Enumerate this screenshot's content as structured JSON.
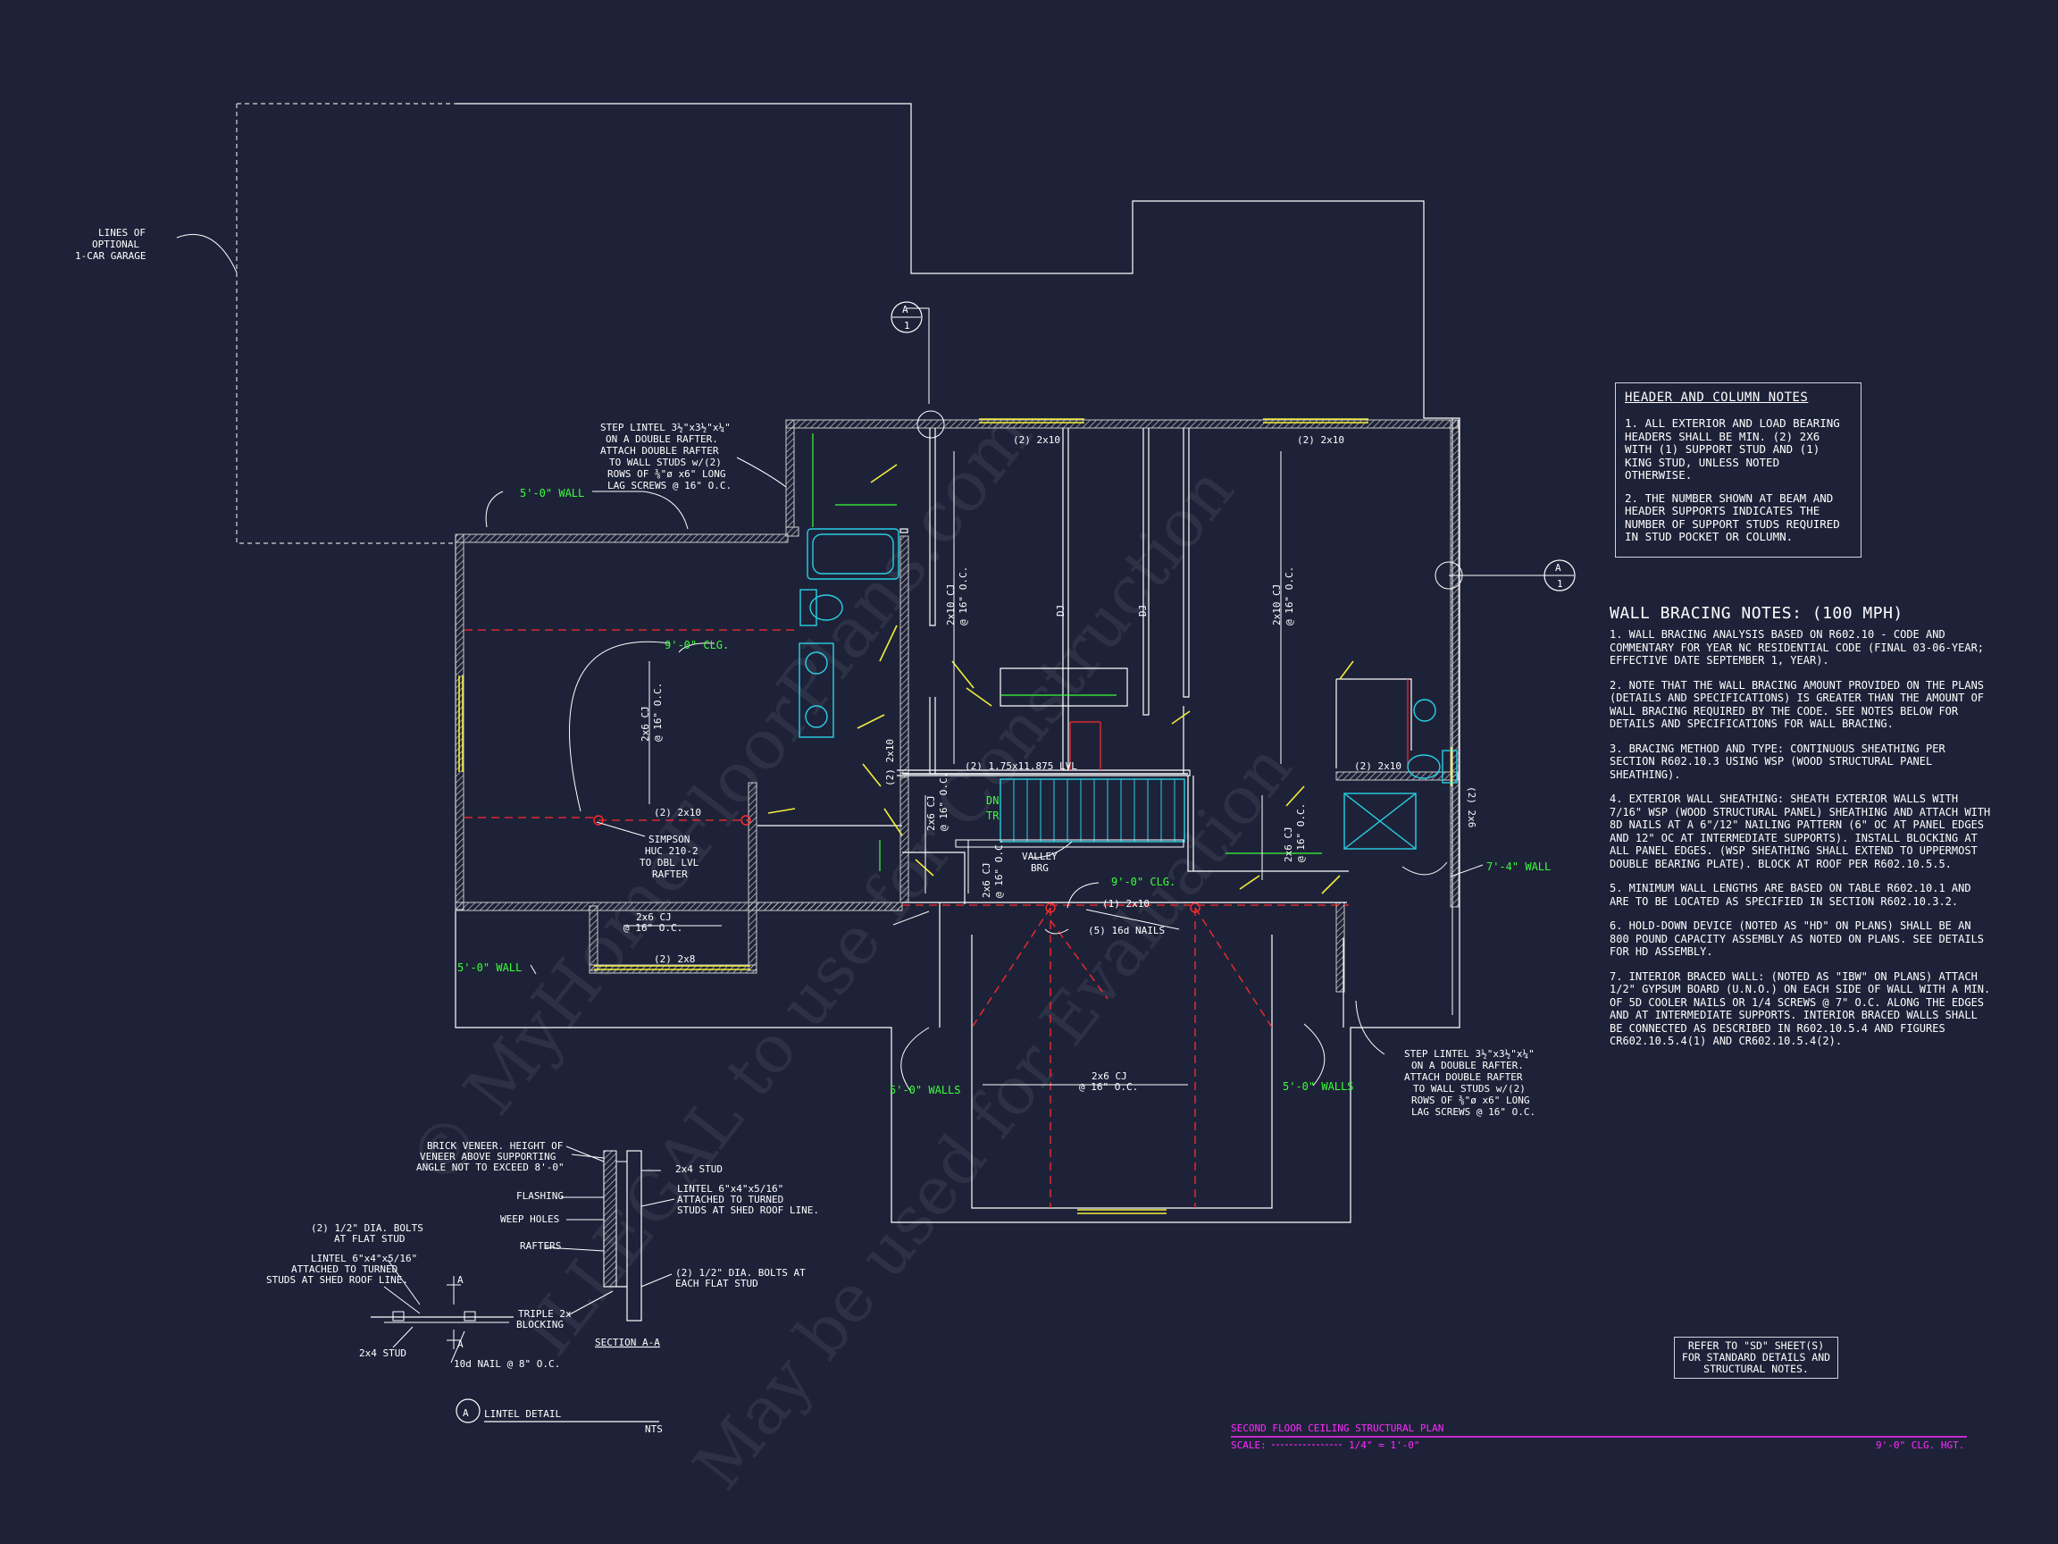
{
  "sheet": {
    "title": "SECOND FLOOR CEILING STRUCTURAL PLAN",
    "scale_label": "SCALE:",
    "scale_value": "1/4\" = 1'-0\"",
    "ceiling_height": "9'-0\" CLG. HGT."
  },
  "colors": {
    "background": "#1e2238",
    "lines": "#ffffff",
    "wall_fill": "#c8c8c8",
    "header_yellow": "#f2ee3a",
    "label_green": "#39ff39",
    "title_magenta": "#ff2bff",
    "fixture_cyan": "#28d0e6",
    "beam_red": "#ff2b2b"
  },
  "header_notes": {
    "title": "HEADER AND COLUMN NOTES",
    "items": [
      "1. ALL EXTERIOR AND LOAD BEARING HEADERS SHALL BE MIN. (2) 2x6 WITH (1) SUPPORT STUD AND (1) KING STUD, UNLESS NOTED OTHERWISE.",
      "2. THE NUMBER SHOWN AT BEAM AND HEADER SUPPORTS INDICATES THE NUMBER OF SUPPORT STUDS REQUIRED IN STUD POCKET OR COLUMN."
    ]
  },
  "bracing_notes": {
    "title": "WALL BRACING NOTES: (100 MPH)",
    "items": [
      "1. WALL BRACING ANALYSIS BASED ON R602.10 - CODE AND COMMENTARY FOR YEAR NC RESIDENTIAL CODE (FINAL 03-06-YEAR; EFFECTIVE DATE SEPTEMBER 1, YEAR).",
      "2. NOTE THAT THE WALL BRACING AMOUNT PROVIDED ON THE PLANS (DETAILS AND SPECIFICATIONS) IS GREATER THAN THE AMOUNT OF WALL BRACING REQUIRED BY THE CODE. SEE NOTES BELOW FOR DETAILS AND SPECIFICATIONS FOR WALL BRACING.",
      "3. BRACING METHOD AND TYPE: CONTINUOUS SHEATHING PER SECTION R602.10.3 USING WSP (WOOD STRUCTURAL PANEL SHEATHING).",
      "4. EXTERIOR WALL SHEATHING: SHEATH EXTERIOR WALLS WITH 7/16\" WSP (WOOD STRUCTURAL PANEL) SHEATHING AND ATTACH WITH 8d NAILS AT A 6\"/12\" NAILING PATTERN (6\" OC AT PANEL EDGES AND 12\" OC AT INTERMEDIATE SUPPORTS). INSTALL BLOCKING AT ALL PANEL EDGES. (WSP SHEATHING SHALL EXTEND TO UPPERMOST DOUBLE BEARING PLATE). BLOCK AT ROOF PER R602.10.5.5.",
      "5. MINIMUM WALL LENGTHS ARE BASED ON TABLE R602.10.1 AND ARE TO BE LOCATED AS SPECIFIED IN SECTION R602.10.3.2.",
      "6. HOLD-DOWN DEVICE (NOTED AS \"HD\" ON PLANS) SHALL BE AN 800 POUND CAPACITY ASSEMBLY AS NOTED ON PLANS. SEE DETAILS FOR HD ASSEMBLY.",
      "7. INTERIOR BRACED WALL: (NOTED AS \"IBW\" ON PLANS) ATTACH 1/2\" GYPSUM BOARD (U.N.O.) ON EACH SIDE OF WALL WITH A MIN. OF 5d COOLER NAILS OR 1/4 SCREWS @ 7\" O.C. ALONG THE EDGES AND AT INTERMEDIATE SUPPORTS. INTERIOR BRACED WALLS SHALL BE CONNECTED AS DESCRIBED IN R602.10.5.4 AND FIGURES CR602.10.5.4(1) AND CR602.10.5.4(2)."
    ]
  },
  "refer_note": "REFER TO \"SD\" SHEET(S) FOR STANDARD DETAILS AND STRUCTURAL NOTES.",
  "plan_labels": {
    "garage": [
      "LINES OF",
      "OPTIONAL",
      "1-CAR GARAGE"
    ],
    "step_lintel_top": [
      "STEP LINTEL 3½\"x3½\"x¼\"",
      "ON A DOUBLE RAFTER.",
      "ATTACH DOUBLE RAFTER",
      "TO WALL STUDS w/(2)",
      "ROWS OF ⅜\"ø x6\" LONG",
      "LAG SCREWS @ 16\" O.C."
    ],
    "step_lintel_right": [
      "STEP LINTEL 3½\"x3½\"x¼\"",
      "ON A DOUBLE RAFTER.",
      "ATTACH DOUBLE RAFTER",
      "TO WALL STUDS w/(2)",
      "ROWS OF ⅜\"ø x6\" LONG",
      "LAG SCREWS @ 16\" O.C."
    ],
    "simpson": [
      "SIMPSON",
      "HUC 210-2",
      "TO DBL LVL",
      "RAFTER"
    ],
    "valley": [
      "VALLEY",
      "BRG"
    ],
    "wall_5ft_top": "5'-0\" WALL",
    "wall_5ft_bottom": "5'-0\" WALL",
    "walls_5ft_left": "5'-0\" WALLS",
    "walls_5ft_right": "5'-0\" WALLS",
    "wall_7ft4": "7'-4\" WALL",
    "clg_9ft_left": "9'-0\" CLG.",
    "clg_9ft_center": "9'-0\" CLG.",
    "cj_2x6_16": [
      "2x6 CJ",
      "@ 16\" O.C."
    ],
    "cj_2x10_16": [
      "2x10 CJ",
      "@ 16\" O.C."
    ],
    "hdr_2_2x10": "(2) 2x10",
    "hdr_2_2x8": "(2) 2x8",
    "hdr_1_2x10": "(1) 2x10",
    "lvl": "(2) 1.75x11.875 LVL",
    "nails": "(5) 16d NAILS",
    "dj": "DJ",
    "stair": [
      "DN",
      "TR"
    ],
    "hdr_2_2x6": "(2) 2x6",
    "section_marker": [
      "A",
      "1"
    ]
  },
  "lintel_detail": {
    "title": "LINTEL DETAIL",
    "marker": "A",
    "nts": "NTS",
    "section_label": "SECTION A-A",
    "labels": {
      "brick": [
        "BRICK VENEER. HEIGHT OF",
        "VENEER ABOVE SUPPORTING",
        "ANGLE NOT TO EXCEED 8'-0\""
      ],
      "flashing": "FLASHING",
      "weep": "WEEP HOLES",
      "rafters": "RAFTERS",
      "triple": [
        "TRIPLE 2x",
        "BLOCKING"
      ],
      "stud_2x4_r": "2x4 STUD",
      "lintel_r": [
        "LINTEL 6\"x4\"x5/16\"",
        "ATTACHED TO TURNED",
        "STUDS AT SHED ROOF LINE."
      ],
      "bolts_r": [
        "(2) 1/2\" DIA. BOLTS AT",
        "EACH FLAT STUD"
      ],
      "bolts_l": [
        "(2) 1/2\" DIA. BOLTS",
        "AT FLAT STUD"
      ],
      "lintel_l": [
        "LINTEL 6\"x4\"x5/16\"",
        "ATTACHED TO TURNED",
        "STUDS AT SHED ROOF LINE."
      ],
      "stud_2x4_l": "2x4 STUD",
      "nail": "10d NAIL @ 8\" O.C.",
      "cut": "A"
    }
  },
  "watermark": [
    "© MyHomeFloorPlans.com",
    "ILLEGAL to use for Construction",
    "May be used for Evaluation"
  ]
}
